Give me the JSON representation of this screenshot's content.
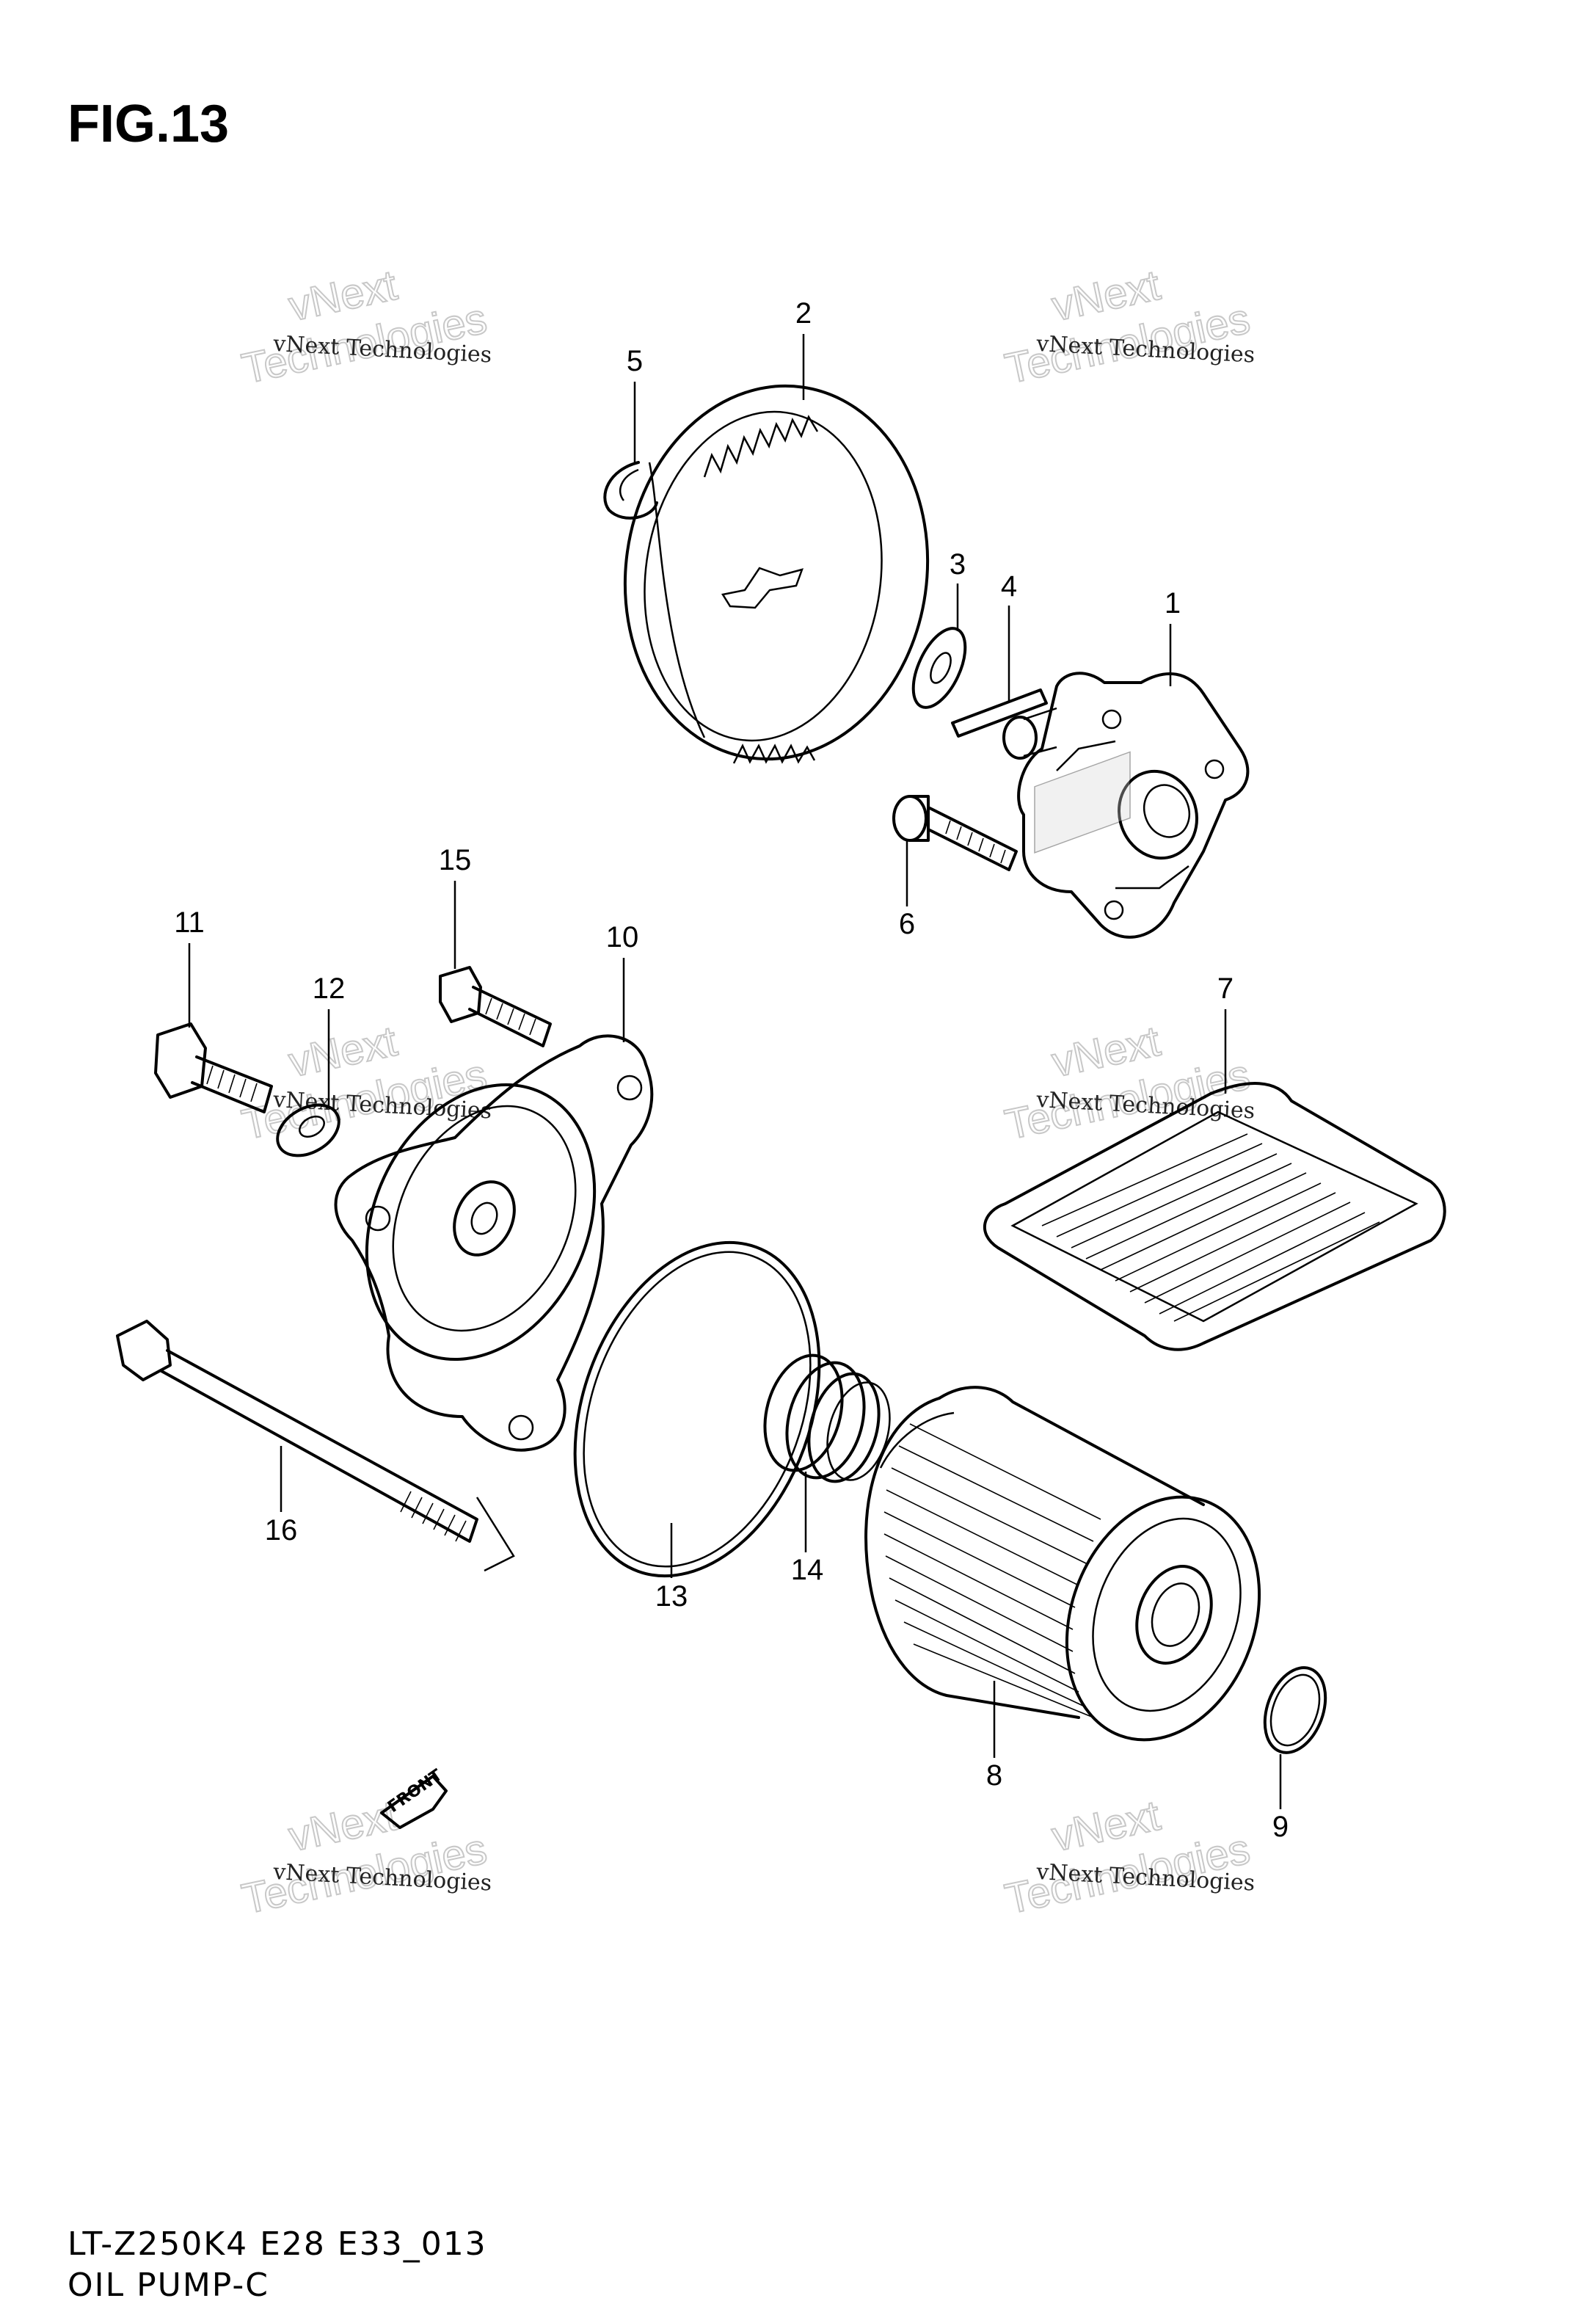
{
  "figure": {
    "title": "FIG.13",
    "model_line": "LT-Z250K4 E28 E33_013",
    "section_name": "OIL PUMP-C"
  },
  "callouts": [
    "1",
    "2",
    "3",
    "4",
    "5",
    "6",
    "7",
    "8",
    "9",
    "10",
    "11",
    "12",
    "13",
    "14",
    "15",
    "16"
  ],
  "watermark": {
    "small_text": "vNext Technologies",
    "big_line1": "vNext",
    "big_line2": "Technologies"
  },
  "front_marker": {
    "text": "FRONT"
  }
}
